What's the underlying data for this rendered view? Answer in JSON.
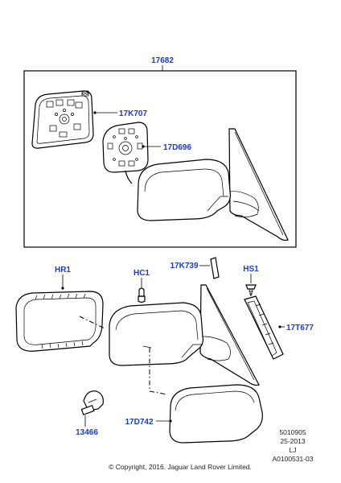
{
  "labels": {
    "assembly": "17682",
    "glass": "17K707",
    "motor": "17D696",
    "cover_left": "HR1",
    "clip": "HC1",
    "trim": "17K739",
    "screw": "HS1",
    "gasket": "17T677",
    "bulb": "13466",
    "cap": "17D742"
  },
  "info": {
    "line1": "5010905",
    "line2": "25-2013",
    "line3": "LJ",
    "line4": "A0100531-03"
  },
  "copyright": "© Copyright, 2016. Jaguar Land Rover Limited.",
  "colors": {
    "label": "#1a3ad0",
    "line": "#000000"
  }
}
